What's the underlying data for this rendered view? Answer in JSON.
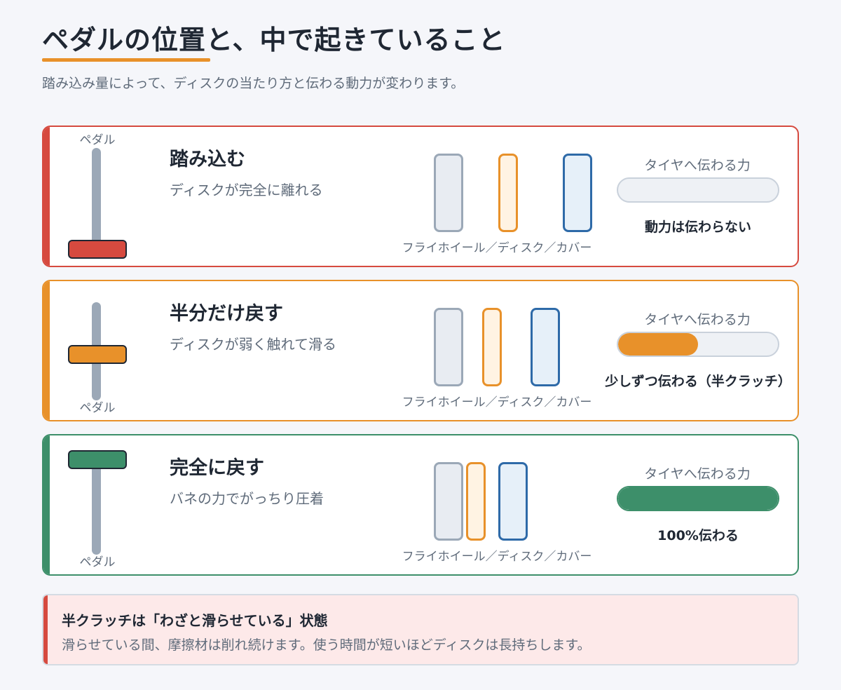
{
  "header": {
    "title": "ペダルの位置と、中で起きていること",
    "subtitle": "踏み込み量によって、ディスクの当たり方と伝わる動力が変わります。"
  },
  "colors": {
    "pressed": "#d64a3f",
    "half": "#e8912a",
    "released": "#3d8f6a",
    "flywheel": "#9ba8b7",
    "disc": "#e8912a",
    "cover": "#2e6aa8"
  },
  "states": [
    {
      "title": "踏み込む",
      "description": "ディスクが完全に離れる",
      "pedal_label": "ペダル",
      "pedal_label_position": "top",
      "pedal_level": 0.0,
      "plates_caption": "フライホイール／ディスク／カバー",
      "force_label": "タイヤへ伝わる力",
      "force_fraction": 0.0,
      "force_text": "動力は伝わらない"
    },
    {
      "title": "半分だけ戻す",
      "description": "ディスクが弱く触れて滑る",
      "pedal_label": "ペダル",
      "pedal_label_position": "bottom",
      "pedal_level": 0.5,
      "plates_caption": "フライホイール／ディスク／カバー",
      "force_label": "タイヤへ伝わる力",
      "force_fraction": 0.5,
      "force_text": "少しずつ伝わる（半クラッチ）"
    },
    {
      "title": "完全に戻す",
      "description": "バネの力でがっちり圧着",
      "pedal_label": "ペダル",
      "pedal_label_position": "bottom",
      "pedal_level": 1.0,
      "plates_caption": "フライホイール／ディスク／カバー",
      "force_label": "タイヤへ伝わる力",
      "force_fraction": 1.0,
      "force_text": "100%伝わる"
    }
  ],
  "note": {
    "title": "半クラッチは「わざと滑らせている」状態",
    "body": "滑らせている間、摩擦材は削れ続けます。使う時間が短いほどディスクは長持ちします。"
  }
}
